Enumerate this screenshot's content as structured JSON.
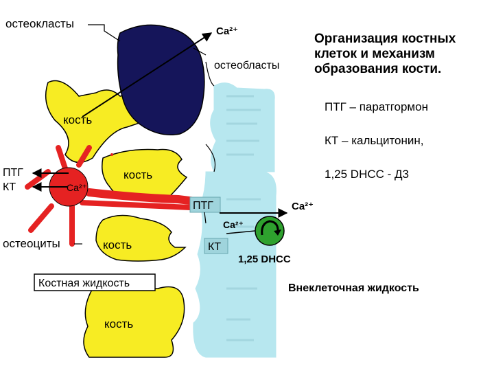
{
  "title": {
    "lines": [
      "Организация костных",
      "клеток и механизм",
      "образования кости."
    ]
  },
  "legend": {
    "ptg": "ПТГ – паратгормон",
    "kt": "КТ – кальцитонин,",
    "dhcc": "1,25 DHCC - Д3"
  },
  "labels": {
    "osteoclasts": "остеокласты",
    "osteoblasts": "остеобласты",
    "bone_1": "кость",
    "bone_2": "кость",
    "bone_3": "кость",
    "bone_4": "кость",
    "ptg_left": "ПТГ",
    "kt_left": "КТ",
    "osteocytes": "остеоциты",
    "ca_top": "Ca²⁺",
    "ca_cell": "Ca²⁺",
    "ca_right": "Ca²⁺",
    "ca_mid": "Ca²⁺",
    "ptg_box": "ПТГ",
    "kt_box": "КТ",
    "dhcc_label": "1,25 DHCC",
    "bone_fluid": "Костная жидкость",
    "extracellular_fluid": "Внеклеточная жидкость"
  },
  "colors": {
    "bone": "#f7ec23",
    "osteoclast": "#15155a",
    "osteocyte": "#e52222",
    "extracellular": "#b7e7ef",
    "green_cell": "#2ea12e",
    "tag_box": "#9fd4dc"
  }
}
